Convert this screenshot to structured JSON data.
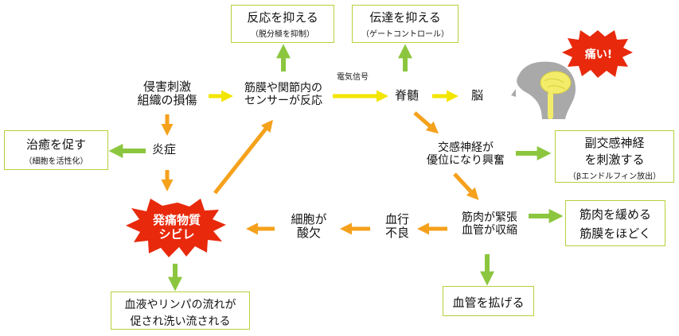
{
  "colors": {
    "green": "#8cc63f",
    "yellow": "#f2e600",
    "orange": "#f5a11c",
    "red": "#e8290c",
    "box_border": "#b5d13a"
  },
  "nodes": {
    "injury_line1": "侵害刺激",
    "injury_line2": "組織の損傷",
    "sensor_line1": "筋膜や関節内の",
    "sensor_line2": "センサーが反応",
    "electric_signal": "電気信号",
    "spinal_cord": "脊髄",
    "brain": "脳",
    "inflammation": "炎症",
    "sympathetic_line1": "交感神経が",
    "sympathetic_line2": "優位になり興奮",
    "muscle_tension_line1": "筋肉が緊張",
    "muscle_tension_line2": "血管が収縮",
    "poor_flow_line1": "血行",
    "poor_flow_line2": "不良",
    "cell_line1": "細胞が",
    "cell_line2": "酸欠",
    "pain_substance_line1": "発痛物質",
    "pain_substance_line2": "シビレ",
    "pain_burst": "痛い!",
    "icon_name": "head-spine-icon"
  },
  "boxes": {
    "suppress_reaction": {
      "main": "反応を抑える",
      "sub": "（脱分極を抑制）"
    },
    "suppress_transmission": {
      "main": "伝達を抑える",
      "sub": "（ゲートコントロール）"
    },
    "promote_healing": {
      "main": "治癒を促す",
      "sub": "（細胞を活性化）"
    },
    "parasympathetic": {
      "line1": "副交感神経",
      "line2": "を刺激する",
      "sub": "（βエンドルフィン放出）"
    },
    "relax_muscle": {
      "line1": "筋肉を緩める",
      "line2": "筋膜をほどく"
    },
    "dilate_vessels": {
      "main": "血管を拡げる"
    },
    "flush_blood": {
      "line1": "血液やリンパの流れが",
      "line2": "促され洗い流される"
    }
  }
}
